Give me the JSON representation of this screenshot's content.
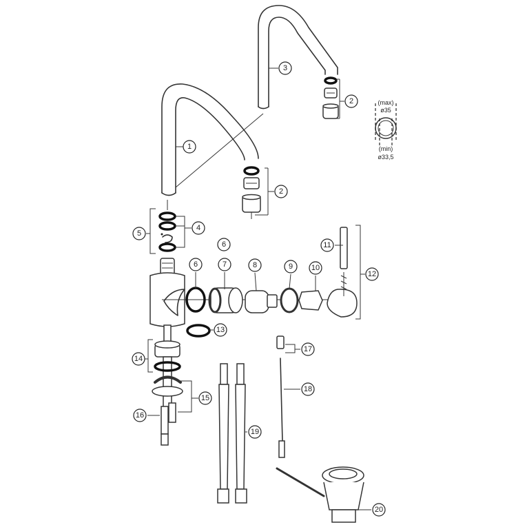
{
  "callouts": {
    "c1": "1",
    "c2": "2",
    "c3": "3",
    "c4": "4",
    "c5": "5",
    "c6": "6",
    "c7": "7",
    "c8": "8",
    "c9": "9",
    "c10": "10",
    "c11": "11",
    "c12": "12",
    "c13": "13",
    "c14": "14",
    "c15": "15",
    "c16": "16",
    "c17": "17",
    "c18": "18",
    "c19": "19",
    "c20": "20"
  },
  "dimension": {
    "max_label": "(max)",
    "max_value": "ø35",
    "min_label": "(min)",
    "min_value": "ø33,5"
  }
}
